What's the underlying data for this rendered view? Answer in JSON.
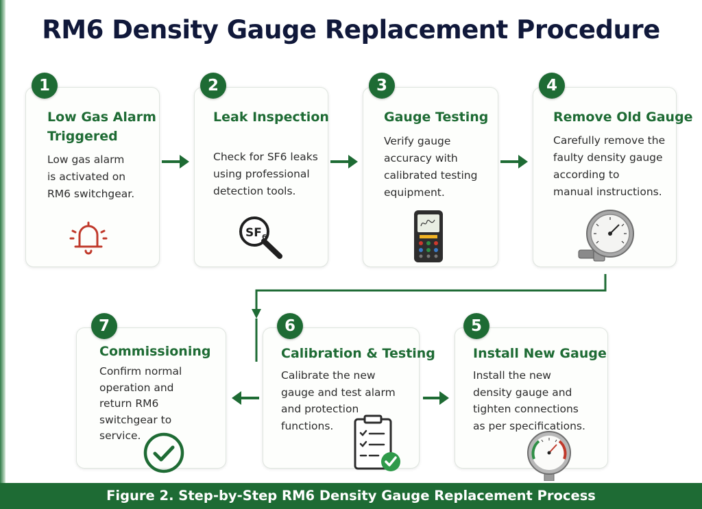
{
  "title": "RM6 Density Gauge Replacement Procedure",
  "steps": [
    {
      "number": "1",
      "title_lines": [
        "Low Gas Alarm",
        "Triggered"
      ],
      "desc_lines": [
        "Low gas alarm",
        "is activated on",
        "RM6 switchgear."
      ],
      "icon": "alarm-bell-icon"
    },
    {
      "number": "2",
      "title_lines": [
        "Leak Inspection"
      ],
      "desc_lines": [
        "Check for SF6 leaks",
        "using professional",
        "detection tools."
      ],
      "icon": "magnifier-icon",
      "icon_text": "SF"
    },
    {
      "number": "3",
      "title_lines": [
        "Gauge Testing"
      ],
      "desc_lines": [
        "Verify gauge",
        "accuracy with",
        "calibrated testing",
        "equipment."
      ],
      "icon": "handheld-tester-icon"
    },
    {
      "number": "4",
      "title_lines": [
        "Remove Old Gauge"
      ],
      "desc_lines": [
        "Carefully remove the",
        "faulty density gauge",
        "according to",
        "manual instructions."
      ],
      "icon": "old-pressure-gauge-icon"
    },
    {
      "number": "5",
      "title_lines": [
        "Install New Gauge"
      ],
      "desc_lines": [
        "Install the new",
        "density gauge and",
        "tighten connections",
        "as per specifications."
      ],
      "icon": "new-pressure-gauge-icon"
    },
    {
      "number": "6",
      "title_lines": [
        "Calibration & Testing"
      ],
      "desc_lines": [
        "Calibrate the new",
        "gauge and test alarm",
        "and protection",
        "functions."
      ],
      "icon": "clipboard-check-icon"
    },
    {
      "number": "7",
      "title_lines": [
        "Commissioning"
      ],
      "desc_lines": [
        "Confirm normal",
        "operation and",
        "return RM6",
        "switchgear to",
        "service."
      ],
      "icon": "check-circle-icon"
    }
  ],
  "caption": "Figure 2.  Step-by-Step RM6 Density Gauge Replacement Process",
  "colors": {
    "accent": "#1e6b34",
    "title": "#10183a",
    "alarm": "#c0392b",
    "card_border": "#dfe5df"
  }
}
